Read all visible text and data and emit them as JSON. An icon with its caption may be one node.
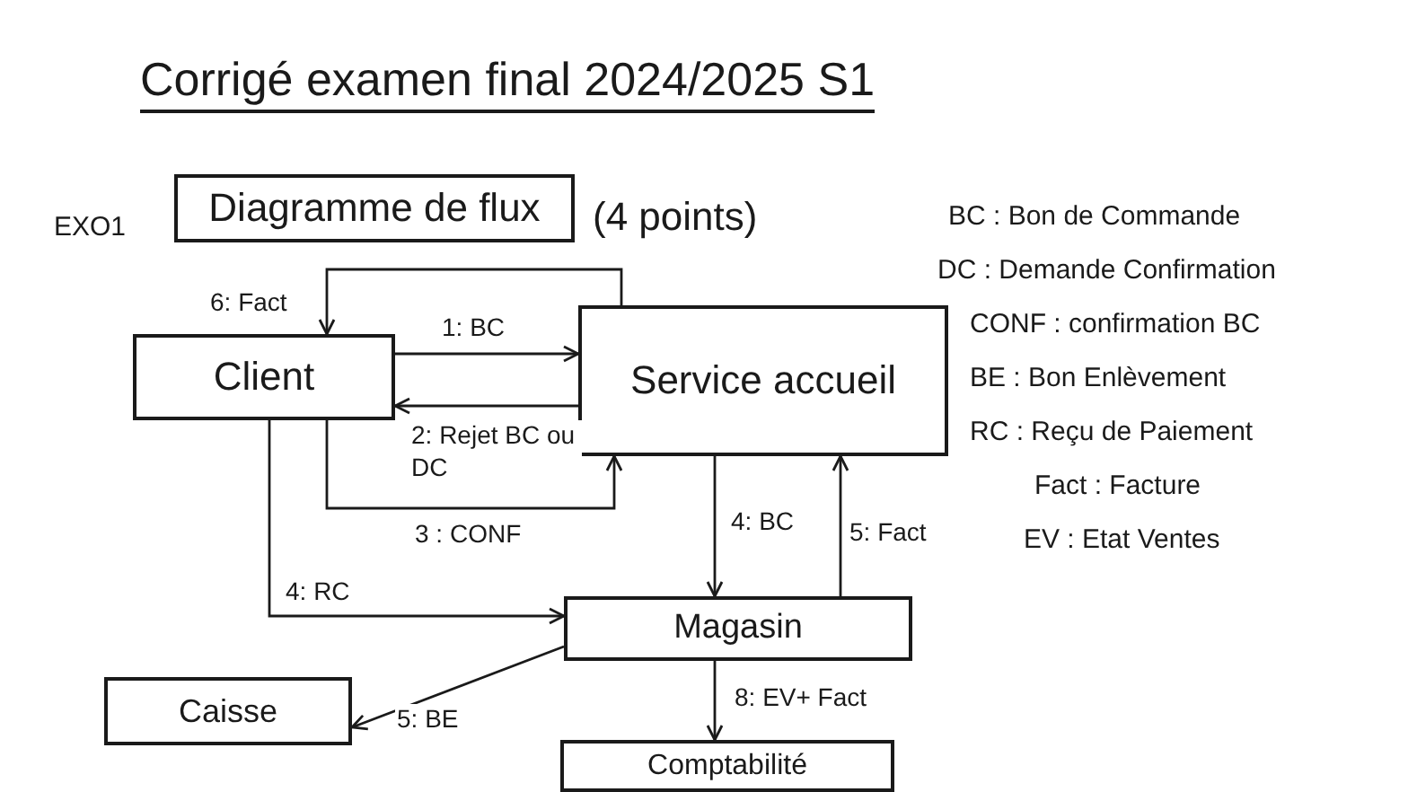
{
  "diagram": {
    "title": "Corrigé examen final 2024/2025 S1",
    "nodes": [
      {
        "text": [
          "Diagramme de flux"
        ]
      },
      {
        "text": [
          "Client"
        ]
      },
      {
        "text": [
          "Service accueil"
        ]
      },
      {
        "text": [
          "Magasin"
        ]
      },
      {
        "text": [
          "Caisse"
        ]
      },
      {
        "text": [
          "Comptabilité"
        ]
      }
    ],
    "edges": [
      {
        "from": 2,
        "to": 1,
        "arrow": "to",
        "label": "6: Fact"
      },
      {
        "from": 1,
        "to": 2,
        "arrow": "to",
        "label": "1: BC"
      },
      {
        "from": 2,
        "to": 1,
        "arrow": "to",
        "label": "2: Rejet BC ou DC"
      },
      {
        "from": 1,
        "to": 2,
        "arrow": "to",
        "label": "3 : CONF"
      },
      {
        "from": 2,
        "to": 3,
        "arrow": "to",
        "label": "4: BC"
      },
      {
        "from": 3,
        "to": 2,
        "arrow": "to",
        "label": "5: Fact"
      },
      {
        "from": 1,
        "to": 3,
        "arrow": "to",
        "label": "4: RC"
      },
      {
        "from": 3,
        "to": 4,
        "arrow": "to",
        "label": "5: BE"
      },
      {
        "from": 3,
        "to": 5,
        "arrow": "to",
        "label": "8: EV+ Fact"
      }
    ],
    "labels": [
      "EXO1",
      "(4 points)",
      "BC : Bon de Commande",
      "DC : Demande Confirmation",
      "CONF : confirmation BC",
      "BE : Bon Enlèvement",
      "RC : Reçu de Paiement",
      "Fact : Facture",
      "EV : Etat Ventes"
    ]
  }
}
